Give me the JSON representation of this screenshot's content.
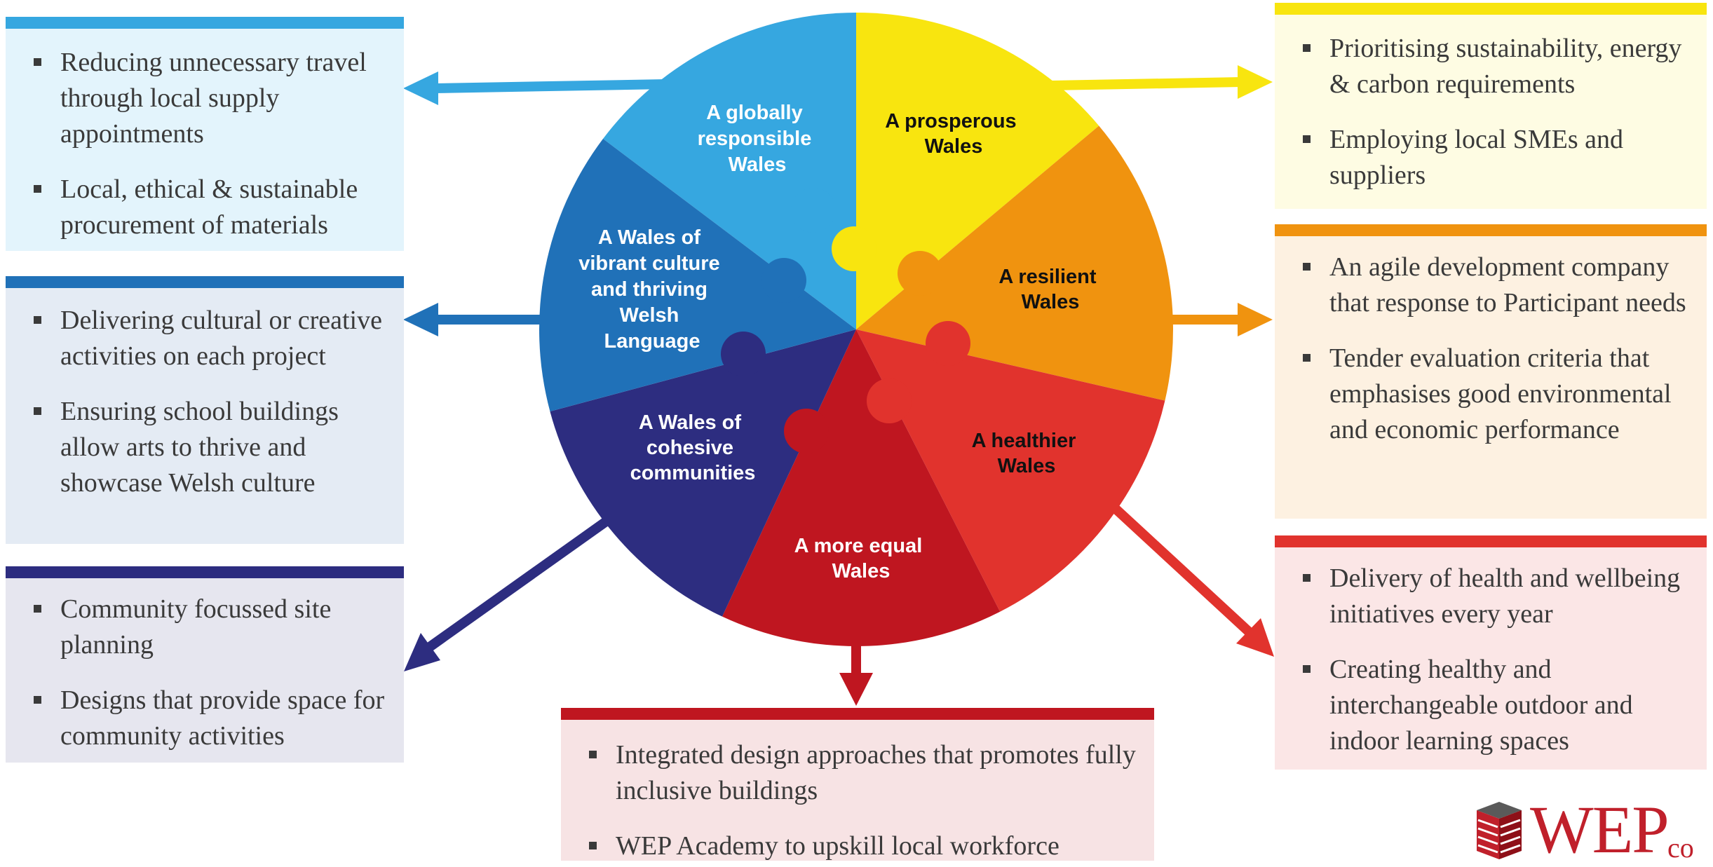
{
  "colors": {
    "globally_responsible": "#36a7e0",
    "prosperous": "#f8e50f",
    "resilient": "#f0930f",
    "healthier": "#e1332d",
    "more_equal": "#bf1620",
    "cohesive": "#2d2d80",
    "vibrant_culture": "#2071b8",
    "brand": "#c0202b"
  },
  "wheel": {
    "segments": [
      {
        "key": "globally_responsible",
        "line1": "A globally",
        "line2": "responsible",
        "line3": "Wales"
      },
      {
        "key": "prosperous",
        "line1": "A prosperous",
        "line2": "Wales"
      },
      {
        "key": "resilient",
        "line1": "A resilient",
        "line2": "Wales"
      },
      {
        "key": "healthier",
        "line1": "A healthier",
        "line2": "Wales"
      },
      {
        "key": "more_equal",
        "line1": "A more equal",
        "line2": "Wales"
      },
      {
        "key": "cohesive",
        "line1": "A Wales of",
        "line2": "cohesive",
        "line3": "communities"
      },
      {
        "key": "vibrant_culture",
        "line1": "A Wales of",
        "line2": "vibrant culture",
        "line3": "and thriving",
        "line4": "Welsh",
        "line5": "Language"
      }
    ]
  },
  "panels": {
    "globally_responsible": {
      "items": [
        "Reducing unnecessary travel through local supply appointments",
        "Local, ethical & sustainable procurement of materials"
      ]
    },
    "vibrant_culture": {
      "items": [
        "Delivering cultural or creative activities on each project",
        "Ensuring school buildings allow arts to thrive and showcase Welsh culture"
      ]
    },
    "cohesive": {
      "items": [
        "Community focussed site planning",
        "Designs that provide space for community activities"
      ]
    },
    "prosperous": {
      "items": [
        "Prioritising sustainability, energy & carbon requirements",
        "Employing local SMEs and suppliers"
      ]
    },
    "resilient": {
      "items": [
        "An agile development company that response to Participant needs",
        "Tender evaluation criteria that emphasises good environmental and economic performance"
      ]
    },
    "healthier": {
      "items": [
        "Delivery of health and wellbeing initiatives every year",
        "Creating healthy and interchangeable outdoor and indoor learning spaces"
      ]
    },
    "more_equal": {
      "items": [
        "Integrated design approaches that promotes fully inclusive buildings",
        "WEP Academy to upskill local workforce"
      ]
    }
  },
  "logo": {
    "text": "WEP",
    "suffix": "co",
    "icon": "stacked-books-icon"
  }
}
